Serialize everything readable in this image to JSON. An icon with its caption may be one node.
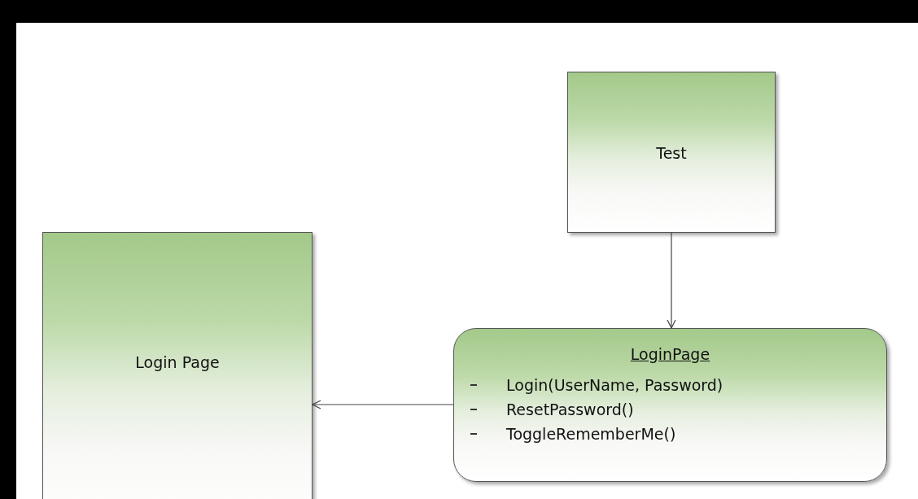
{
  "diagram": {
    "nodes": [
      {
        "text": [
          "Test"
        ]
      },
      {
        "text": [
          "Login Page"
        ]
      },
      {
        "text": [
          "LoginPage",
          "Login(UserName, Password)",
          "ResetPassword()",
          "ToggleRememberMe()"
        ]
      }
    ],
    "edges": [
      {
        "from": 0,
        "to": 2,
        "arrow": "to"
      },
      {
        "from": 2,
        "to": 1,
        "arrow": "to"
      }
    ]
  }
}
